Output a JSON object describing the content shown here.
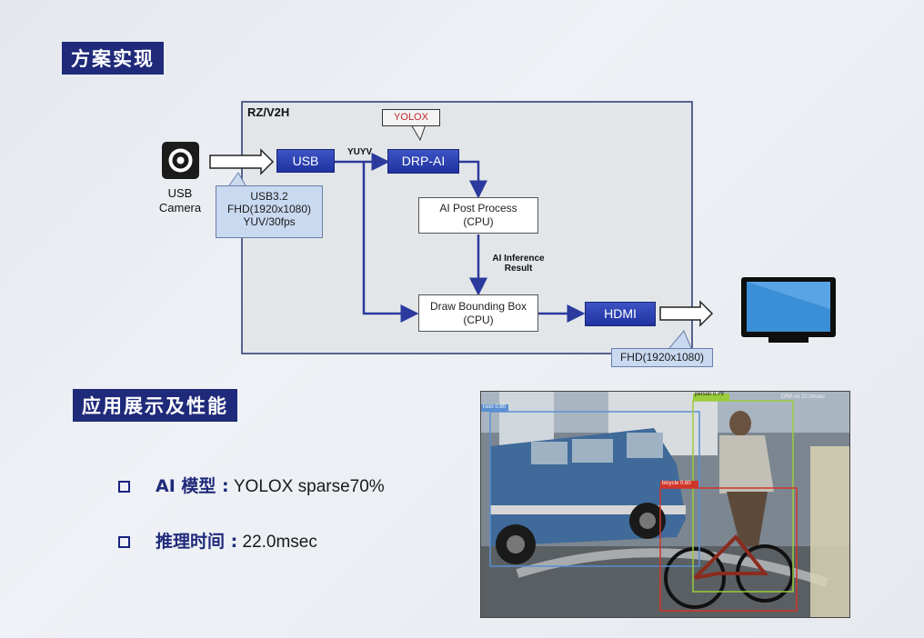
{
  "section1_title": "方案实现",
  "section2_title": "应用展示及性能",
  "diagram": {
    "soc_label": "RZ/V2H",
    "camera_label_line1": "USB",
    "camera_label_line2": "Camera",
    "camera_note_line1": "USB3.2",
    "camera_note_line2": "FHD(1920x1080)",
    "camera_note_line3": "YUV/30fps",
    "usb_label": "USB",
    "yuyv_label": "YUYV",
    "yolox_label": "YOLOX",
    "drpai_label": "DRP-AI",
    "post_line1": "AI Post Process",
    "post_line2": "(CPU)",
    "inference_line1": "AI Inference",
    "inference_line2": "Result",
    "draw_line1": "Draw Bounding Box",
    "draw_line2": "(CPU)",
    "hdmi_label": "HDMI",
    "output_note": "FHD(1920x1080)"
  },
  "bullets": [
    {
      "label": "AI 模型 :",
      "value": " YOLOX sparse70%"
    },
    {
      "label": "推理时间 :",
      "value": " 22.0msec"
    }
  ],
  "photo_labels": {
    "person1": "person 0.79",
    "person2": "rson 0.80",
    "bicycle": "bicycle 0.60",
    "overlay": "DRP-AI 22.0msec"
  },
  "colors": {
    "title_bg": "#1f2a7a",
    "box_blue": "#2a3db0",
    "note_bg": "#c9d9f0",
    "arrow": "#2b3a9c"
  }
}
